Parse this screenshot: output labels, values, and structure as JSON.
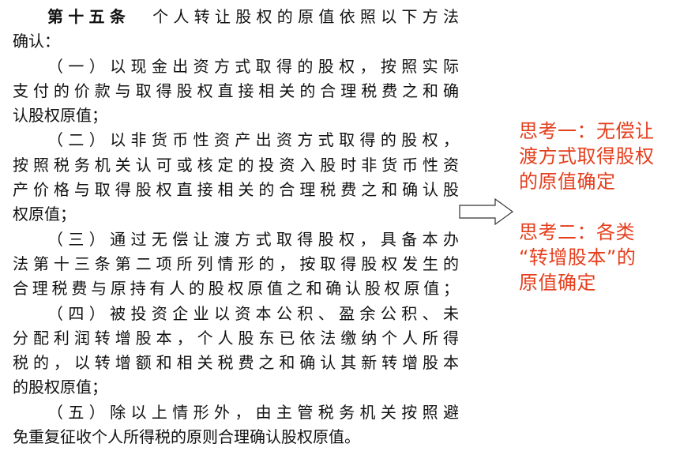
{
  "article": {
    "title": "第十五条",
    "lines": [
      "个人转让股权的原值依照以下方法",
      "确认：",
      "（一）以现金出资方式取得的股权，按照实际",
      "支付的价款与取得股权直接相关的合理税费之和确",
      "认股权原值；",
      "（二）以非货币性资产出资方式取得的股权，",
      "按照税务机关认可或核定的投资入股时非货币性资",
      "产价格与取得股权直接相关的合理税费之和确认股",
      "权原值；",
      "（三）通过无偿让渡方式取得股权，具备本办",
      "法第十三条第二项所列情形的，按取得股权发生的",
      "合理税费与原持有人的股权原值之和确认股权原值；",
      "（四）被投资企业以资本公积、盈余公积、未",
      "分配利润转增股本，个人股东已依法缴纳个人所得",
      "税的，以转增额和相关税费之和确认其新转增股本",
      "的股权原值；",
      "（五）除以上情形外，由主管税务机关按照避",
      "免重复征收个人所得税的原则合理确认股权原值。"
    ]
  },
  "notes": {
    "note1": [
      "思考一：无偿让",
      "渡方式取得股权",
      "的原值确定"
    ],
    "note2": [
      "思考二：各类",
      "“转增股本”的",
      "原值确定"
    ]
  },
  "colors": {
    "text": "#111111",
    "note": "#e53e1c",
    "arrow_stroke": "#333333"
  },
  "icons": [
    "right-arrow-icon"
  ]
}
